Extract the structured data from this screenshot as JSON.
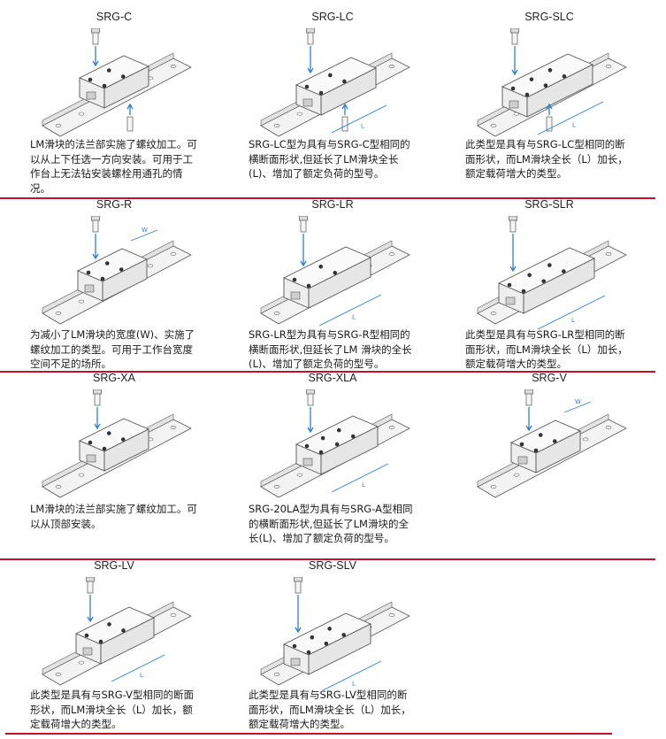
{
  "rows": [
    {
      "cells": [
        {
          "name": "SRG-C",
          "desc": "LM滑块的法兰部实施了螺纹加工。可以从上下任选一方向安装。可用于工作台上无法钻安装螺栓用通孔的情况。"
        },
        {
          "name": "SRG-LC",
          "desc": "SRG-LC型为具有与SRG-C型相同的横断面形状,但延长了LM滑块全长(L)、增加了额定负荷的型号。"
        },
        {
          "name": "SRG-SLC",
          "desc": "此类型是具有与SRG-LC型相同的断面形状，而LM滑块全长（L）加长，额定载荷增大的类型。"
        }
      ]
    },
    {
      "cells": [
        {
          "name": "SRG-R",
          "desc": "为减小了LM滑块的宽度(W)、实施了螺纹加工的类型。可用于工作台宽度空间不足的场所。"
        },
        {
          "name": "SRG-LR",
          "desc": "SRG-LR型为具有与SRG-R型相同的横断面形状,但延长了LM 滑块的全长(L)、增加了额定负荷的型号。"
        },
        {
          "name": "SRG-SLR",
          "desc": "此类型是具有与SRG-LR型相同的断面形状，而LM滑块全长（L）加长，额定载荷增大的类型。"
        }
      ]
    },
    {
      "cells": [
        {
          "name": "SRG-XA",
          "desc": "LM滑块的法兰部实施了螺纹加工。可以从顶部安装。"
        },
        {
          "name": "SRG-XLA",
          "desc": "SRG-20LA型为具有与SRG-A型相同的横断面形状,但延长了LM滑块的全长(L)、增加了额定负荷的型号。"
        },
        {
          "name": "SRG-V",
          "desc": ""
        }
      ]
    },
    {
      "cells": [
        {
          "name": "SRG-LV",
          "desc": "此类型是具有与SRG-V型相同的断面形状，而LM滑块全长（L）加长，额定载荷增大的类型。"
        },
        {
          "name": "SRG-SLV",
          "desc": "此类型是具有与SRG-LV型相同的断面形状，而LM滑块全长（L）加长，额定载荷增大的类型。"
        }
      ]
    }
  ],
  "dimension_labels": {
    "length": "L",
    "width": "W"
  },
  "colors": {
    "separator": "#c8102e",
    "dimension": "#2a7fd4",
    "line": "#555555",
    "fill": "#eeeeee"
  }
}
